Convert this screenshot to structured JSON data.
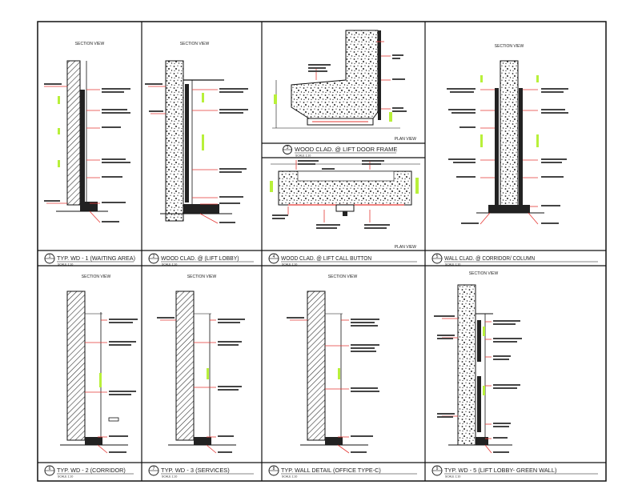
{
  "sheet": {
    "section_label": "SECTION VIEW",
    "plan_label": "PLAN VIEW",
    "colors": {
      "line": "#111111",
      "leader": "#e53935",
      "accent": "#b8f03a",
      "hatch": "#333333"
    }
  },
  "panels": [
    {
      "num": "1",
      "title": "TYP. WD - 1 (WAITING AREA)",
      "scale": "SCALE 1:10"
    },
    {
      "num": "2",
      "title": "WOOD CLAD. @ (LIFT LOBBY)",
      "scale": "SCALE 1:10"
    },
    {
      "num": "4",
      "title": "WOOD CLAD. @ LIFT CALL BUTTON",
      "scale": "SCALE 1:10"
    },
    {
      "num": "5",
      "title": "WALL CLAD. @ CORRIDOR/ COLUMN",
      "scale": "SCALE 1:10"
    },
    {
      "num": "6",
      "title": "TYP. WD - 2 (CORRIDOR)",
      "scale": "SCALE 1:10"
    },
    {
      "num": "7",
      "title": "TYP. WD - 3 (SERVICES)",
      "scale": "SCALE 1:10"
    },
    {
      "num": "8",
      "title": "TYP. WALL DETAIL (OFFICE TYPE-C)",
      "scale": "SCALE 1:10"
    },
    {
      "num": "9",
      "title": "TYP. WD - 5 (LIFT LOBBY- GREEN WALL)",
      "scale": "SCALE 1:10"
    }
  ],
  "door_frame": {
    "num": "3",
    "title": "WOOD CLAD. @ LIFT DOOR FRAME",
    "scale": "SCALE 1:10"
  }
}
